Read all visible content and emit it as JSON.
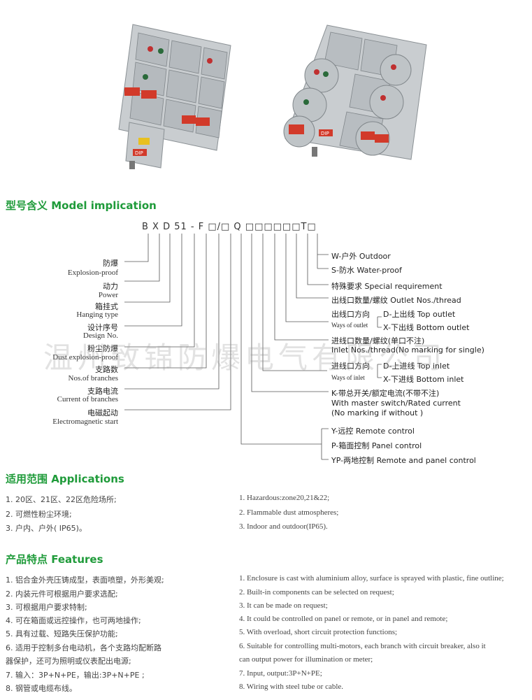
{
  "badges": {
    "dip_left": "DIP",
    "dip_right": "DIP"
  },
  "sections": {
    "model": "型号含义 Model implication",
    "applications": "适用范围 Applications",
    "features": "产品特点 Features"
  },
  "model_code": "B X D 51 - F □/□ Q □□□□□□T□",
  "left_labels": [
    {
      "cn": "防爆",
      "en": "Explosion-proof"
    },
    {
      "cn": "动力",
      "en": "Power"
    },
    {
      "cn": "箱挂式",
      "en": "Hanging type"
    },
    {
      "cn": "设计序号",
      "en": "Design No."
    },
    {
      "cn": "粉尘防爆",
      "en": "Dust explosion-proof"
    },
    {
      "cn": "支路数",
      "en": "Nos.of branches"
    },
    {
      "cn": "支路电流",
      "en": "Current of branches"
    },
    {
      "cn": "电磁起动",
      "en": "Electromagnetic start"
    }
  ],
  "right_labels": {
    "w": "W-户外 Outdoor",
    "s": "S-防水 Water-proof",
    "special": "特殊要求 Special requirement",
    "outlet_nos": "出线口数量/螺纹 Outlet Nos./thread",
    "outlet_dir": "出线口方向",
    "outlet_dir_en": "Ways of outlet",
    "d_top": "D-上出线  Top outlet",
    "x_bottom": "X-下出线  Bottom  outlet",
    "inlet_nos": "进线口数量/螺纹(单口不注)",
    "inlet_nos_en": "Inlet Nos./thread(No marking for single)",
    "inlet_dir": "进线口方向",
    "inlet_dir_en": "Ways of inlet",
    "d_top_in": "D-上进线  Top inlet",
    "x_bottom_in": "X-下进线  Bottom  inlet",
    "k": "K-带总开关/额定电流(不带不注)",
    "k_en1": "With master switch/Rated current",
    "k_en2": "(No  marking  if without )",
    "y": "Y-远控 Remote control",
    "p": "P-箱面控制 Panel control",
    "yp": "YP-两地控制 Remote and panel control"
  },
  "watermark": "温州致锦防爆电气有限公司",
  "applications_cn": [
    "1. 20区、21区、22区危险场所;",
    "2. 可燃性粉尘环境;",
    "3. 户内、户外( IP65)。"
  ],
  "applications_en": [
    "1. Hazardous:zone20,21&22;",
    "2. Flammable dust atmospheres;",
    "3. Indoor and outdoor(IP65)."
  ],
  "features_cn": [
    "1. 铝合金外壳压铸成型，表面喷塑，外形美观;",
    "2. 内装元件可根据用户要求选配;",
    "3. 可根据用户要求特制;",
    "4. 可在箱面或远控操作，也可两地操作;",
    "5. 具有过载、短路失压保护功能;",
    "6. 适用于控制多台电动机，各个支路均配断路",
    "    器保护，还可为照明或仪表配出电源;",
    "7. 输入：3P+N+PE，输出:3P+N+PE ;",
    "8. 钢管或电缆布线。"
  ],
  "features_en": [
    "1. Enclosure is cast with aluminium alloy, surface is sprayed with plastic, fine outline;",
    "2. Built-in components can be selected on request;",
    "3. It can be made on request;",
    "4. It could be controlled on panel or remote, or in panel and remote;",
    "5. With overload, short circuit protection functions;",
    "6. Suitable for controlling multi-motors, each  branch with  circuit  breaker, also it",
    "    can output power  for  illumination  or  meter;",
    "7. Input,  output:3P+N+PE;",
    "8. Wiring with steel tube or cable."
  ]
}
